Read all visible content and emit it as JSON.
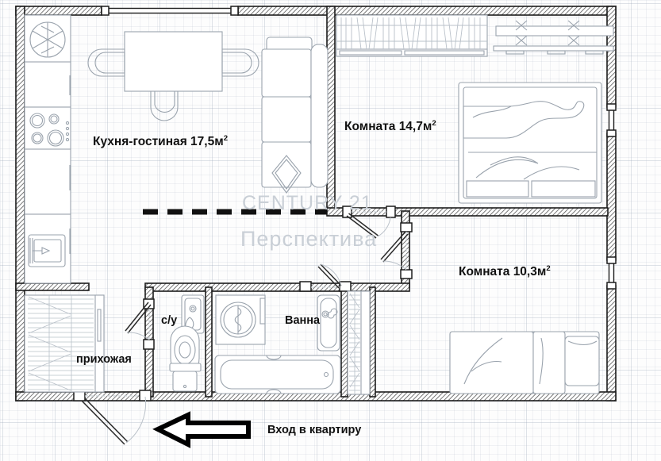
{
  "plan": {
    "type": "apartment-floor-plan",
    "title_watermark_line1": "CENTURY 21",
    "title_watermark_line2": "Перспектива",
    "rooms": [
      {
        "key": "kitchen_living",
        "label": "Кухня-гостиная 17,5м",
        "sup": "2",
        "area": "17,5",
        "unit": "м²"
      },
      {
        "key": "room_147",
        "label": "Комната 14,7м",
        "sup": "2",
        "area": "14,7",
        "unit": "м²"
      },
      {
        "key": "room_103",
        "label": "Комната 10,3м",
        "sup": "2",
        "area": "10,3",
        "unit": "м²"
      },
      {
        "key": "bathroom",
        "label": "Ванна",
        "sup": "",
        "area": "",
        "unit": ""
      },
      {
        "key": "wc",
        "label": "с/у",
        "sup": "",
        "area": "",
        "unit": ""
      },
      {
        "key": "hallway",
        "label": "прихожая",
        "sup": "",
        "area": "",
        "unit": ""
      }
    ],
    "annotation": {
      "entrance_label": "Вход в квартиру",
      "entrance_arrow": "left-arrow-icon"
    },
    "furniture": [
      "refrigerator-icon",
      "kitchen-cabinet-icon",
      "cooktop-icon",
      "kitchen-sink-icon",
      "dining-table-icon",
      "chair-icon",
      "sofa-icon",
      "cushion-icon",
      "wardrobe-icon",
      "desk-icon",
      "double-bed-icon",
      "single-bed-icon",
      "washing-machine-icon",
      "bathtub-icon",
      "toilet-icon",
      "wash-basin-icon"
    ],
    "colors": {
      "wall": "#2b2b2b",
      "furniture_line": "#9aa3ad",
      "label_text": "#111111",
      "watermark": "#c9cfd6",
      "grid": "#aab4c2",
      "background": "#fdfdfd"
    }
  }
}
